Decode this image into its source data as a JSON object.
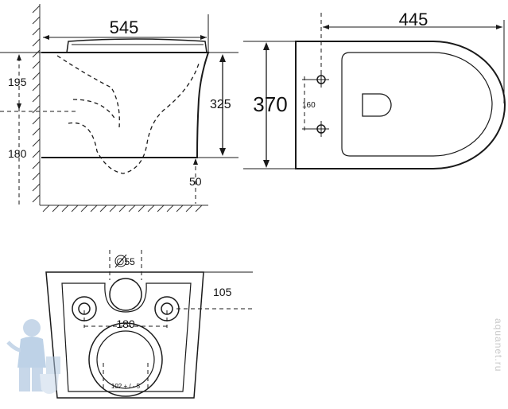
{
  "side_view": {
    "width_label": "545",
    "upper_height_label": "195",
    "lower_height_label": "180",
    "body_height_label": "325",
    "floor_gap_label": "50"
  },
  "top_view": {
    "depth_label": "445",
    "width_label": "370",
    "bolt_spacing_label": "160"
  },
  "rear_view": {
    "outlet_diameter_label": "∅55",
    "inlet_height_label": "105",
    "bolt_spacing_label": "180",
    "drain_tolerance_label": "102 + / - 5"
  },
  "watermark": {
    "text": "aquanet.ru"
  },
  "colors": {
    "line": "#1a1a1a",
    "watermark": "#c9c9c9",
    "mascot": "#9ab8d8"
  },
  "icons": {
    "mascot": "plumber-mascot-icon"
  }
}
